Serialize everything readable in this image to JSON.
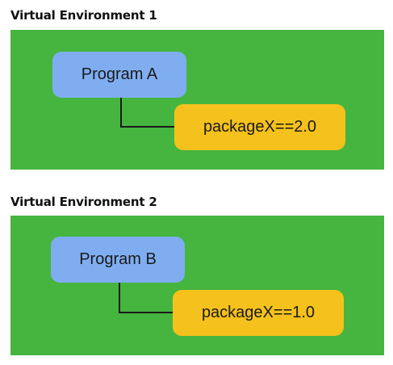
{
  "colors": {
    "environment_bg": "#45b53f",
    "program_bg": "#7fadf0",
    "package_bg": "#f5c11c",
    "connector": "#1a1a1a"
  },
  "environments": [
    {
      "title": "Virtual Environment 1",
      "program": "Program A",
      "package": "packageX==2.0"
    },
    {
      "title": "Virtual Environment 2",
      "program": "Program B",
      "package": "packageX==1.0"
    }
  ]
}
